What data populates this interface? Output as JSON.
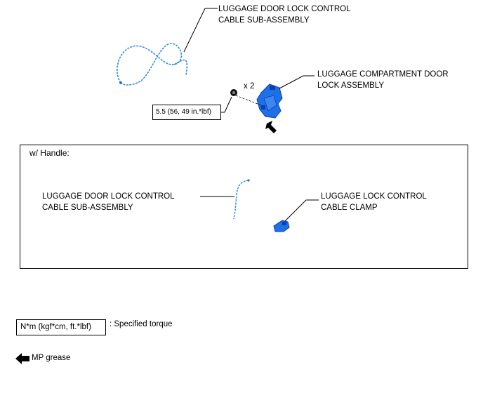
{
  "labels": {
    "cable_top": "LUGGAGE DOOR LOCK CONTROL\nCABLE SUB-ASSEMBLY",
    "lock_assembly": "LUGGAGE COMPARTMENT DOOR\nLOCK ASSEMBLY",
    "quantity": "x 2",
    "torque_value": "5.5 (56, 49 in.*lbf)",
    "handle_section_title": "w/ Handle:",
    "cable_handle": "LUGGAGE DOOR LOCK CONTROL\nCABLE SUB-ASSEMBLY",
    "cable_clamp": "LUGGAGE LOCK CONTROL\nCABLE CLAMP"
  },
  "legend": {
    "torque_units": "N*m (kgf*cm, ft.*lbf)",
    "torque_description": ": Specified torque",
    "grease_description": "MP grease"
  },
  "colors": {
    "part_blue": "#1f6fe6",
    "part_blue_dark": "#0b3fb0",
    "line": "#000000"
  },
  "icons": {
    "grease_arrow": "black-arrow-icon",
    "bolt": "bolt-icon"
  }
}
